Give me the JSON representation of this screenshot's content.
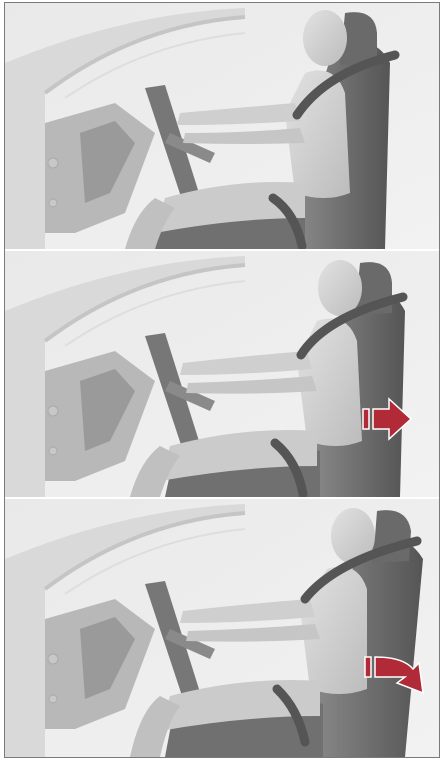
{
  "figure": {
    "panels": [
      {
        "id": "panel-1",
        "seat_action": "none"
      },
      {
        "id": "panel-2",
        "seat_action": "move-back"
      },
      {
        "id": "panel-3",
        "seat_action": "recline"
      }
    ],
    "colors": {
      "background": "#efefef",
      "seat_belt": "#5a5a5a",
      "arrow": "#b02a37",
      "arrow_highlight": "#e8c4c8",
      "dummy": "#d0d0d0",
      "seat": "#6e6e6e"
    },
    "icons": [
      "seat-move-back-arrow-icon",
      "seat-recline-arrow-icon"
    ]
  }
}
